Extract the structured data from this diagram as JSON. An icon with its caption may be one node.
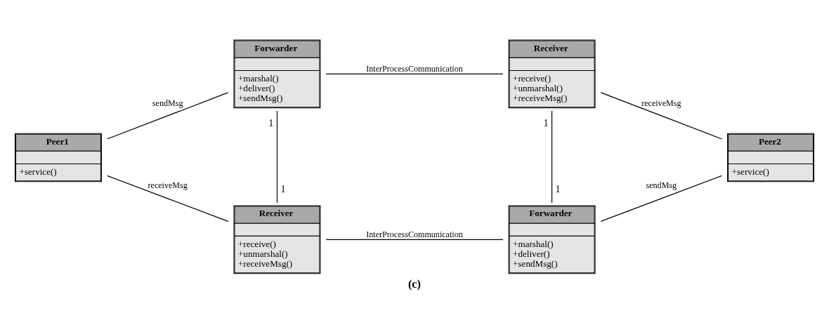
{
  "diagram": {
    "caption": "(c)",
    "nodes": [
      {
        "text": [
          "Forwarder",
          "+marshal()",
          "+deliver()",
          "+sendMsg()"
        ]
      },
      {
        "text": [
          "Receiver",
          "+receive()",
          "+unmarshal()",
          "+receiveMsg()"
        ]
      },
      {
        "text": [
          "Peer1",
          "+service()"
        ]
      },
      {
        "text": [
          "Peer2",
          "+service()"
        ]
      },
      {
        "text": [
          "Receiver",
          "+receive()",
          "+unmarshal()",
          "+receiveMsg()"
        ]
      },
      {
        "text": [
          "Forwarder",
          "+marshal()",
          "+deliver()",
          "+sendMsg()"
        ]
      }
    ],
    "edges": [
      {
        "from": 2,
        "to": 0,
        "arrow": "none",
        "label": "sendMsg"
      },
      {
        "from": 0,
        "to": 1,
        "arrow": "none",
        "label": "InterProcessCommunication"
      },
      {
        "from": 1,
        "to": 3,
        "arrow": "none",
        "label": "receiveMsg"
      },
      {
        "from": 0,
        "to": 4,
        "arrow": "none"
      },
      {
        "from": 1,
        "to": 5,
        "arrow": "none"
      },
      {
        "from": 2,
        "to": 4,
        "arrow": "none",
        "label": "receiveMsg"
      },
      {
        "from": 4,
        "to": 5,
        "arrow": "none",
        "label": "InterProcessCommunication"
      },
      {
        "from": 5,
        "to": 3,
        "arrow": "none",
        "label": "sendMsg"
      }
    ],
    "labels": [
      "1",
      "1",
      "1",
      "1"
    ]
  }
}
